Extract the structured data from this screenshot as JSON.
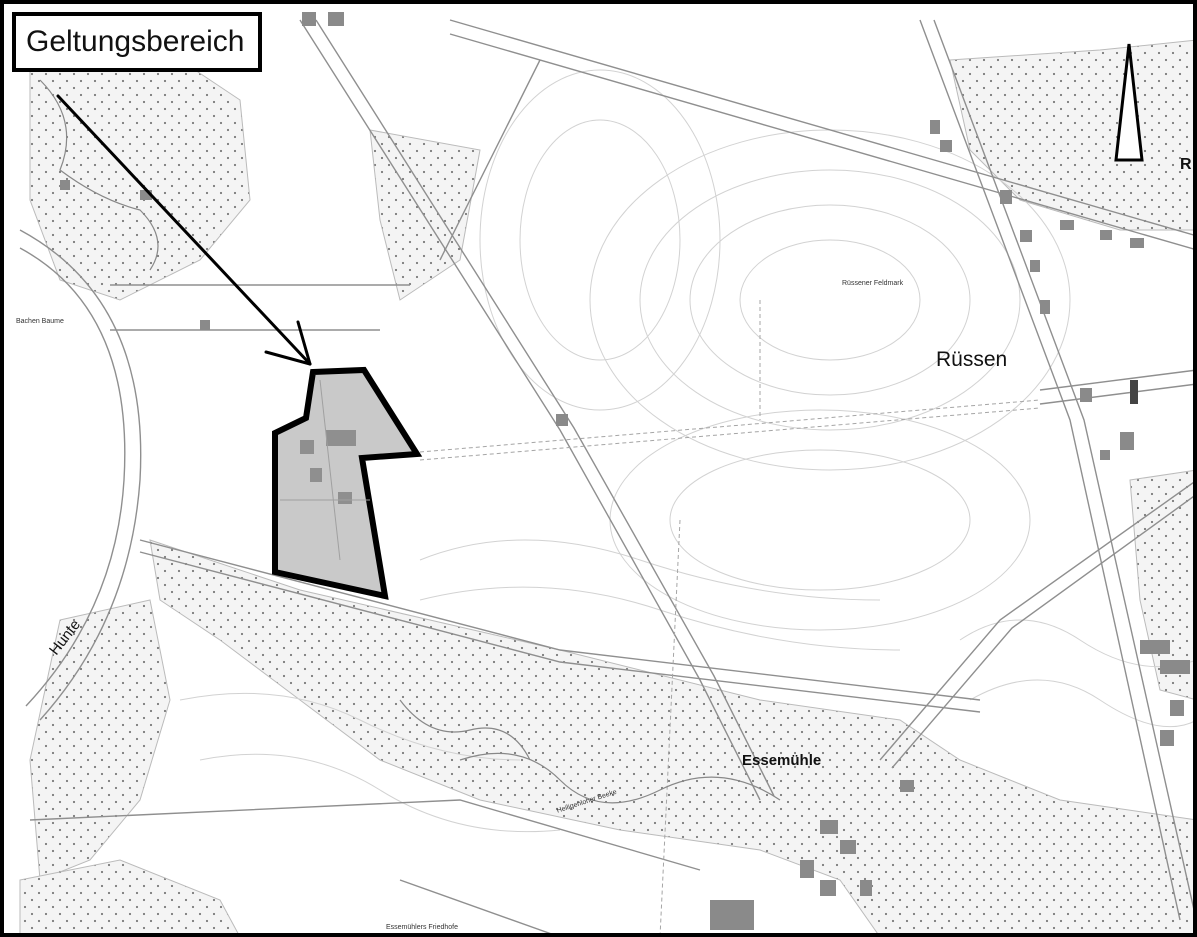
{
  "legend": {
    "title": "Geltungsbereich"
  },
  "labels": {
    "ruessen": "Rüssen",
    "essemuehle": "Essemühle",
    "hunte": "Hunte",
    "edge_cut": "R",
    "bache_baeume": "Bachen Baume",
    "ruessener_feldmark": "Rüssener Feldmark",
    "heiligenloher_beeke": "Heiligenloher Beeke",
    "essemuehlers_friedhof": "Essemühlers Friedhofe"
  },
  "icons": {
    "north_arrow": "north-arrow-icon",
    "pointer_arrow": "arrow-icon"
  },
  "colors": {
    "boundary_fill": "#c9c9c9",
    "boundary_stroke": "#000000",
    "woodland_dots": "#7a7a7a",
    "roads": "#9a9a9a",
    "contours": "#cfcfcf",
    "buildings": "#8a8a8a"
  }
}
